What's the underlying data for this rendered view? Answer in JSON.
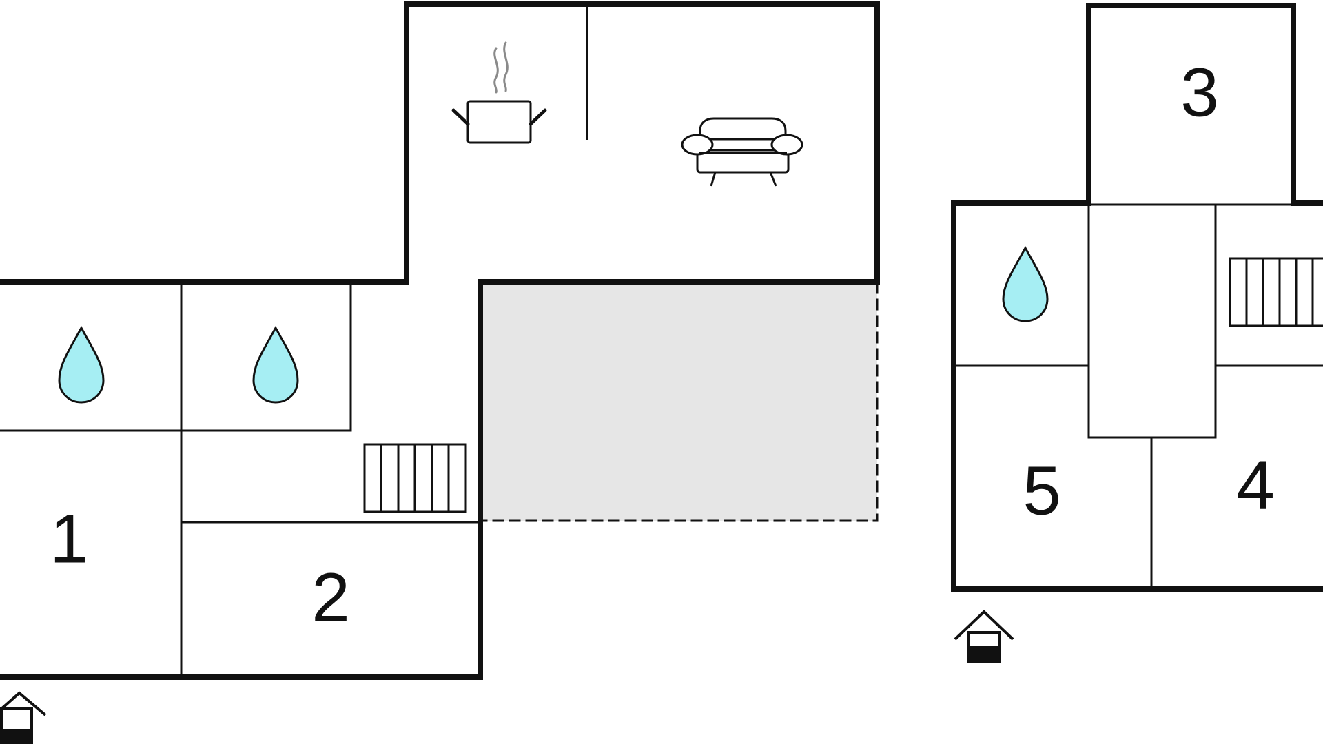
{
  "rooms": [
    {
      "id": "room-1",
      "label": "1"
    },
    {
      "id": "room-2",
      "label": "2"
    },
    {
      "id": "room-3",
      "label": "3"
    },
    {
      "id": "room-4",
      "label": "4"
    },
    {
      "id": "room-5",
      "label": "5"
    }
  ],
  "icons": {
    "bathroom": "water-drop-icon",
    "kitchen": "cooking-pot-icon",
    "living_room": "sofa-icon",
    "stairs": "stairs-icon",
    "entrance": "house-entrance-icon"
  },
  "colors": {
    "wall": "#111111",
    "water_drop": "#a6eef3",
    "steam": "#8a8a8a",
    "terrace": "#e6e6e6"
  }
}
